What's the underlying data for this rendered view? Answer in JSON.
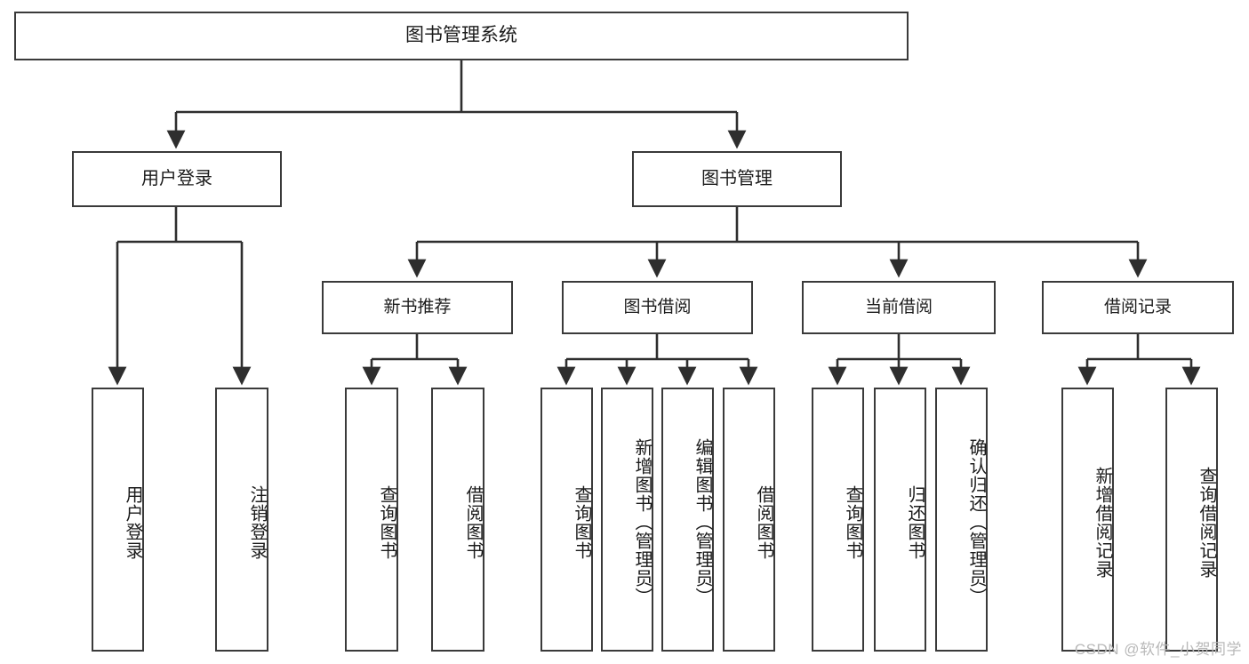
{
  "diagram": {
    "type": "tree",
    "title": "图书管理系统",
    "root": {
      "label": "图书管理系统"
    },
    "level1": [
      {
        "label": "用户登录"
      },
      {
        "label": "图书管理"
      }
    ],
    "level2": [
      {
        "label": "新书推荐"
      },
      {
        "label": "图书借阅"
      },
      {
        "label": "当前借阅"
      },
      {
        "label": "借阅记录"
      }
    ],
    "leaves": {
      "user_login": [
        {
          "label": "用户登录"
        },
        {
          "label": "注销登录"
        }
      ],
      "new_book_recommend": [
        {
          "label": "查询图书"
        },
        {
          "label": "借阅图书"
        }
      ],
      "book_borrow": [
        {
          "label": "查询图书"
        },
        {
          "label": "新增图书（管理员）"
        },
        {
          "label": "编辑图书（管理员）"
        },
        {
          "label": "借阅图书"
        }
      ],
      "current_borrow": [
        {
          "label": "查询图书"
        },
        {
          "label": "归还图书"
        },
        {
          "label": "确认归还（管理员）"
        }
      ],
      "borrow_record": [
        {
          "label": "新增借阅记录"
        },
        {
          "label": "查询借阅记录"
        }
      ]
    }
  },
  "watermark": {
    "text": "CSDN @软件_小贺同学"
  },
  "colors": {
    "border": "#3a3a3a",
    "background": "#ffffff",
    "text": "#1b1b1b",
    "watermark": "#b9b9b9"
  }
}
